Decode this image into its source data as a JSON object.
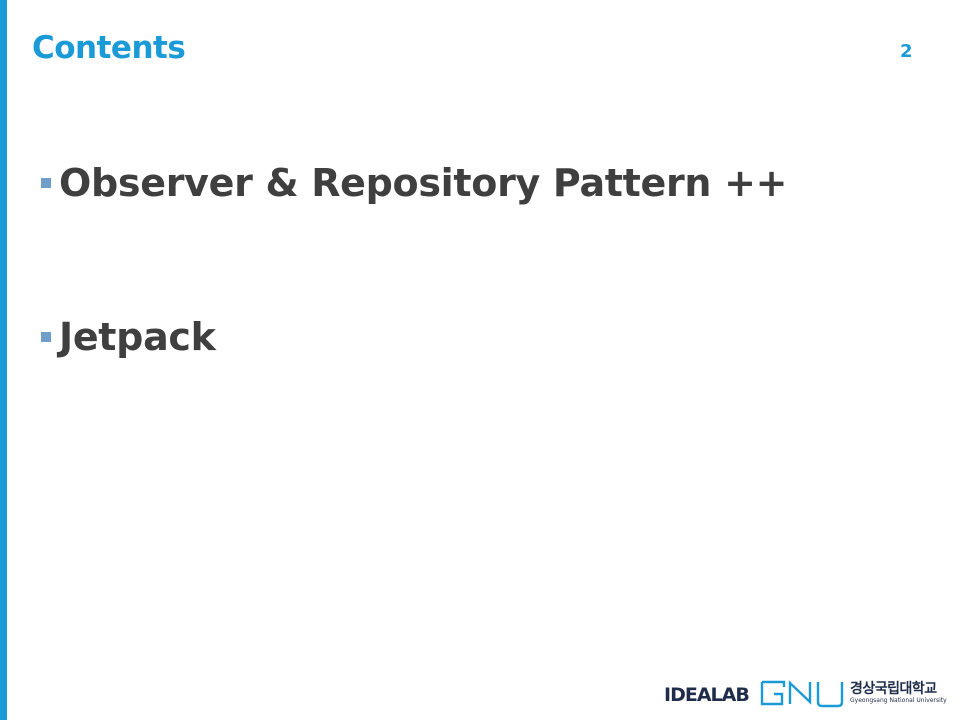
{
  "slide": {
    "title": "Contents",
    "page_number": "2",
    "accent_color": "#1a9ad6",
    "text_color": "#3f3f3f",
    "bullet_color": "#6f9ec9"
  },
  "bullets": [
    {
      "text": "Observer & Repository Pattern ++"
    },
    {
      "text": "Jetpack"
    }
  ],
  "footer": {
    "lab_logo_text": "IDEALAB",
    "university_logo_mark": "GNU",
    "university_name_korean": "경상국립대학교",
    "university_name_english": "Gyeongsang National University"
  }
}
